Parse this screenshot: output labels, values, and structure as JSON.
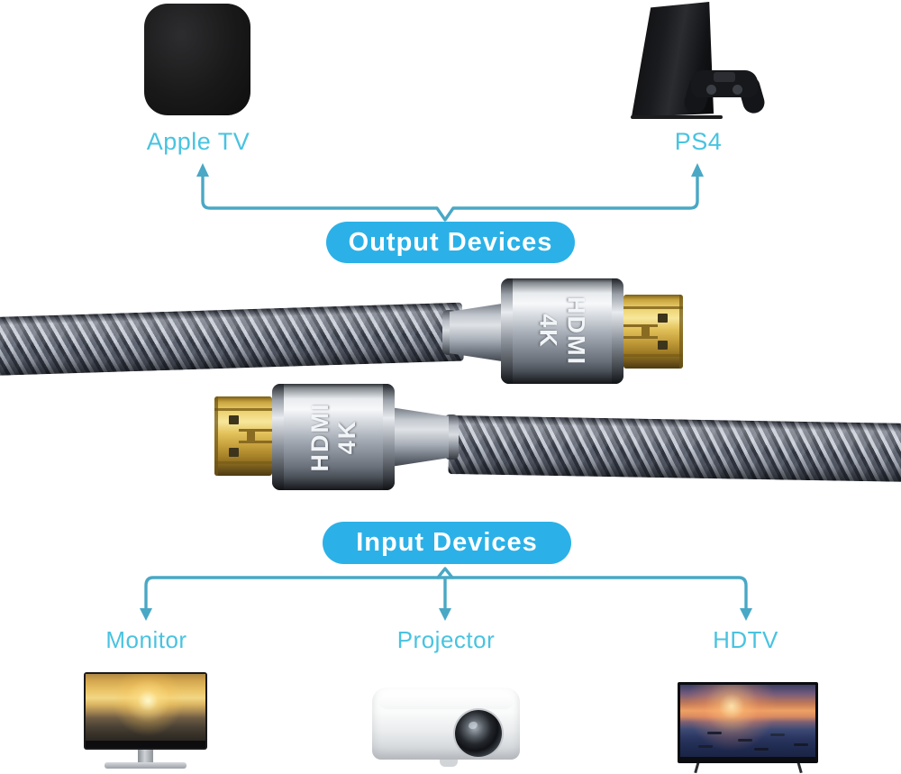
{
  "diagram": {
    "output_section": {
      "label": "Output Devices",
      "devices": [
        {
          "name": "Apple TV",
          "illustration": "apple-tv-box"
        },
        {
          "name": "PS4",
          "illustration": "ps4-console-with-controller"
        }
      ]
    },
    "cable": {
      "description": "braided HDMI cable with two connectors",
      "connector_top": {
        "port_label_line1": "HDMI",
        "port_label_line2": "4K"
      },
      "connector_bottom": {
        "port_label_line1": "HDMI",
        "port_label_line2": "4K"
      }
    },
    "input_section": {
      "label": "Input Devices",
      "devices": [
        {
          "name": "Monitor",
          "illustration": "desktop-monitor-sunset-wallpaper"
        },
        {
          "name": "Projector",
          "illustration": "white-projector-with-lens"
        },
        {
          "name": "HDTV",
          "illustration": "flat-screen-tv-harbor-sunset"
        }
      ]
    },
    "colors": {
      "pill_background": "#2bb1e7",
      "pill_text": "#ffffff",
      "device_label_text": "#49c3e0",
      "connector_line": "#49a8c5"
    }
  }
}
